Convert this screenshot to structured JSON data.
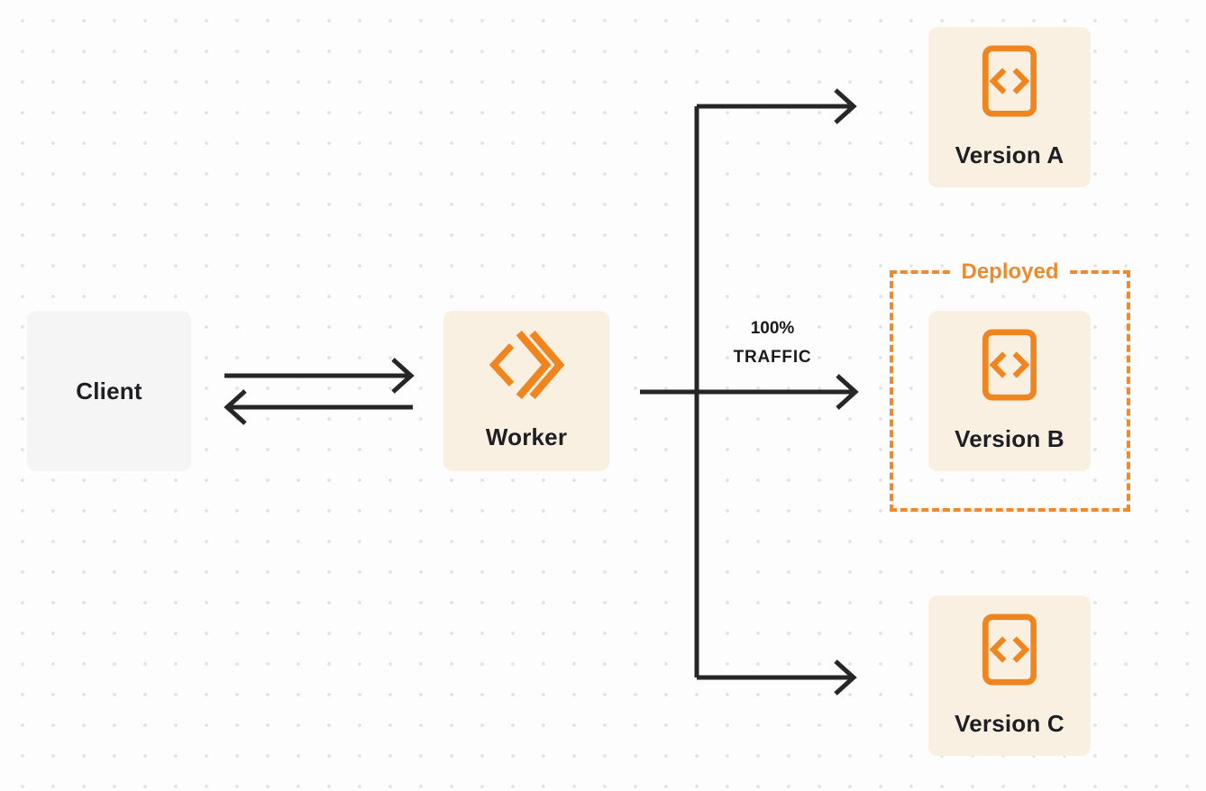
{
  "palette": {
    "orange": "#EE8A2D",
    "orange_icon": "#F0841F",
    "cream": "#FAF0E2",
    "gray_box": "#F5F5F6",
    "arrow": "#262626",
    "text": "#1E1F22",
    "page_bg": "#FDFDFD",
    "dot": "#E4E3E6"
  },
  "nodes": {
    "client": {
      "label": "Client"
    },
    "worker": {
      "label": "Worker",
      "icon": "cloudflare-workers-logo"
    },
    "version_a": {
      "label": "Version A",
      "icon": "code-file-icon"
    },
    "version_b": {
      "label": "Version B",
      "icon": "code-file-icon"
    },
    "version_c": {
      "label": "Version C",
      "icon": "code-file-icon"
    }
  },
  "group": {
    "label": "Deployed"
  },
  "edges": {
    "traffic_label_line1": "100%",
    "traffic_label_line2": "TRAFFIC"
  }
}
